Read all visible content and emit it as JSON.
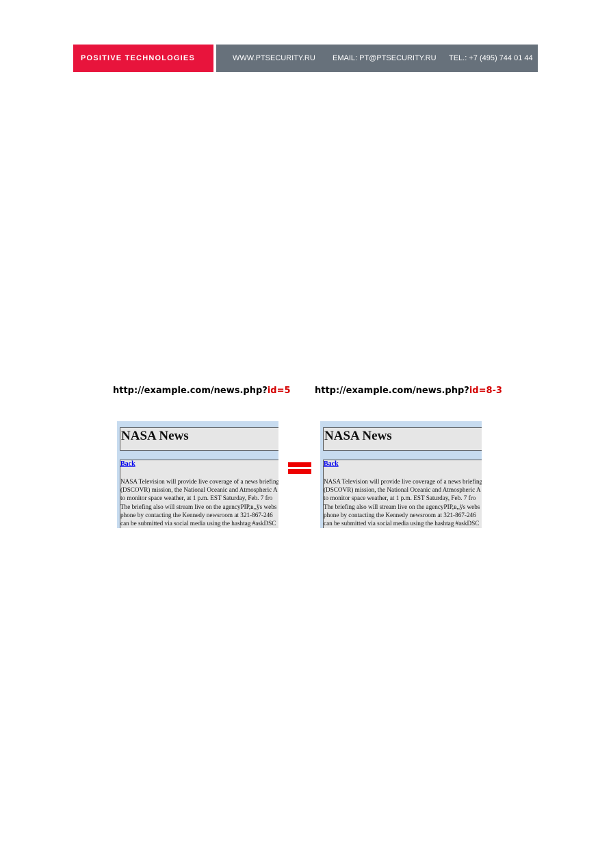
{
  "header": {
    "brand": "POSITIVE TECHNOLOGIES",
    "website": "WWW.PTSECURITY.RU",
    "email": "EMAIL: PT@PTSECURITY.RU",
    "phone": "TEL.: +7 (495) 744 01 44",
    "colors": {
      "brand_bg": "#e8143c",
      "contact_bg": "#67717b"
    }
  },
  "urls": {
    "left": {
      "base": "http://example.com/news.php?",
      "param": "id=5"
    },
    "right": {
      "base": "http://example.com/news.php?",
      "param": "id=8-3"
    },
    "param_color": "#d40000"
  },
  "page_preview": {
    "title": "NASA News",
    "back_link": "Back",
    "lines": [
      "NASA Television will provide live coverage of a news briefing",
      "(DSCOVR) mission, the National Oceanic and Atmospheric A",
      "to monitor space weather, at 1 p.m. EST Saturday, Feb. 7 fro",
      "The briefing also will stream live on the agencyPIP,в,,ўs webs",
      "phone by contacting the Kennedy newsroom at 321-867-246",
      "can be submitted via social media using the hashtag #askDSC"
    ]
  },
  "equals_symbol": "equals-sign",
  "equals_color": "#ee0000"
}
